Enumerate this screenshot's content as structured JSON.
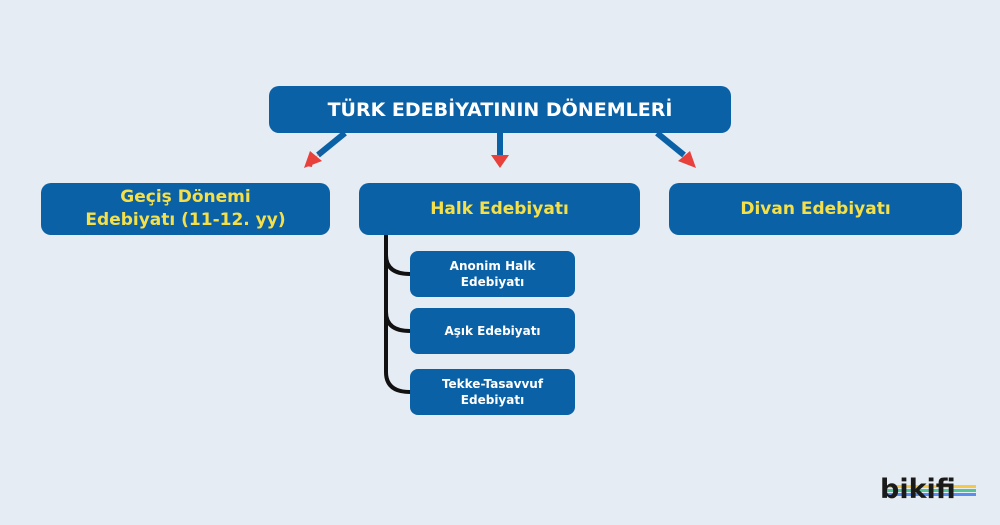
{
  "diagram": {
    "root": "TÜRK EDEBİYATININ DÖNEMLERİ",
    "branches": [
      {
        "line1": "Geçiş Dönemi",
        "line2": "Edebiyatı (11-12. yy)"
      },
      {
        "label": "Halk Edebiyatı"
      },
      {
        "label": "Divan Edebiyatı"
      }
    ],
    "halk_children": [
      {
        "line1": "Anonim Halk",
        "line2": "Edebiyatı"
      },
      {
        "line1": "Aşık Edebiyatı"
      },
      {
        "line1": "Tekke-Tasavvuf",
        "line2": "Edebiyatı"
      }
    ]
  },
  "colors": {
    "background": "#e6ecf3",
    "box": "#0b61a5",
    "branch_text": "#f5e04a",
    "arrow_head": "#e8413c",
    "connector": "#111111"
  },
  "brand": {
    "name": "bikifi"
  }
}
